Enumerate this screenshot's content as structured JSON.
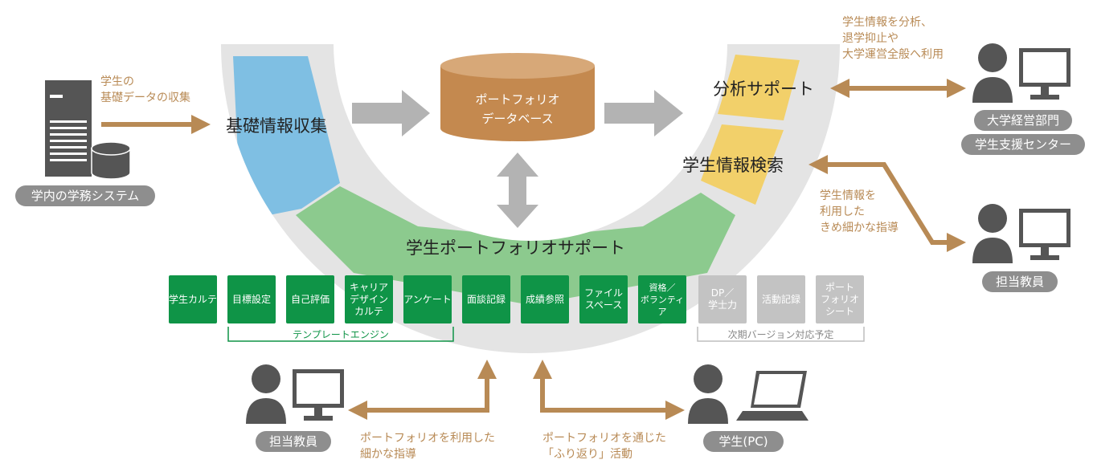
{
  "system_label": "学内の学務システム",
  "arrow_collect_label": "学生の\n基礎データの収集",
  "basic_info": "基礎情報収集",
  "database_label": "ポートフォリオ\nデータベース",
  "analysis_support": "分析サポート",
  "student_search": "学生情報検索",
  "portfolio_support": "学生ポートフォリオサポート",
  "analysis_use_label": "学生情報を分析、\n退学抑止や\n大学運営全般へ利用",
  "dept1": "大学経営部門",
  "dept2": "学生支援センター",
  "teacher_use_label": "学生情報を\n利用した\nきめ細かな指導",
  "teacher_right": "担当教員",
  "modules": [
    {
      "label": "学生カルテ"
    },
    {
      "label": "目標設定"
    },
    {
      "label": "自己評価"
    },
    {
      "label": "キャリア\nデザイン\nカルテ"
    },
    {
      "label": "アンケート"
    },
    {
      "label": "面談記録"
    },
    {
      "label": "成績参照"
    },
    {
      "label": "ファイル\nスペース"
    },
    {
      "label": "資格／\nボランティア"
    }
  ],
  "future_modules": [
    {
      "label": "DP／\n学士力"
    },
    {
      "label": "活動記録"
    },
    {
      "label": "ポート\nフォリオ\nシート"
    }
  ],
  "template_engine": "テンプレートエンジン",
  "next_version": "次期バージョン対応予定",
  "teacher_bottom": "担当教員",
  "teacher_bottom_label": "ポートフォリオを利用した\n細かな指導",
  "student_label": "ポートフォリオを通じた\n「ふり返り」活動",
  "student_pc": "学生(PC)",
  "colors": {
    "brown": "#b88a55",
    "blue": "#7fbfe3",
    "green": "#8cca8e",
    "yellow": "#f2d06a",
    "module_green": "#0f9447",
    "module_gray": "#c3c3c3",
    "gray_arrow": "#b3b3b3",
    "db": "#c4894f"
  }
}
